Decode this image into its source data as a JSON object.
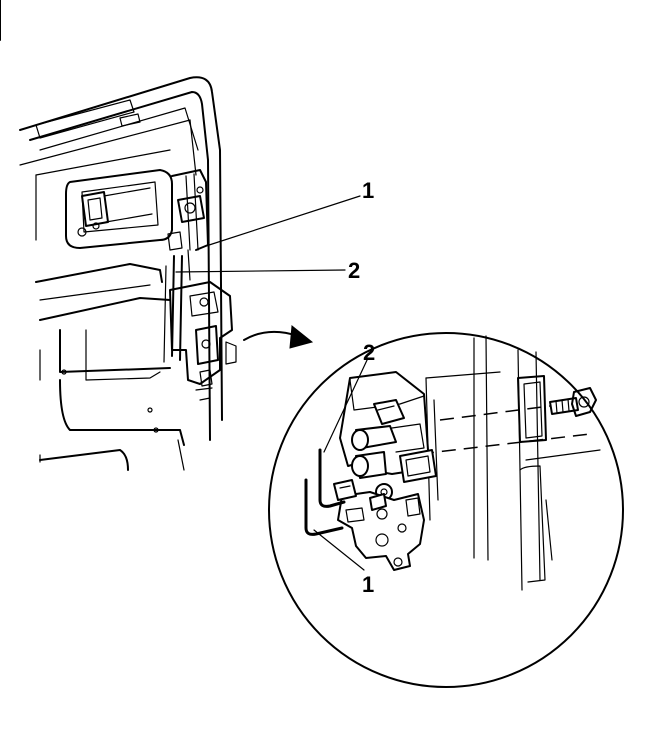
{
  "callouts": {
    "main_1": "1",
    "main_2": "2",
    "detail_2": "2",
    "detail_1": "1"
  },
  "colors": {
    "line": "#000000",
    "background": "#ffffff"
  }
}
